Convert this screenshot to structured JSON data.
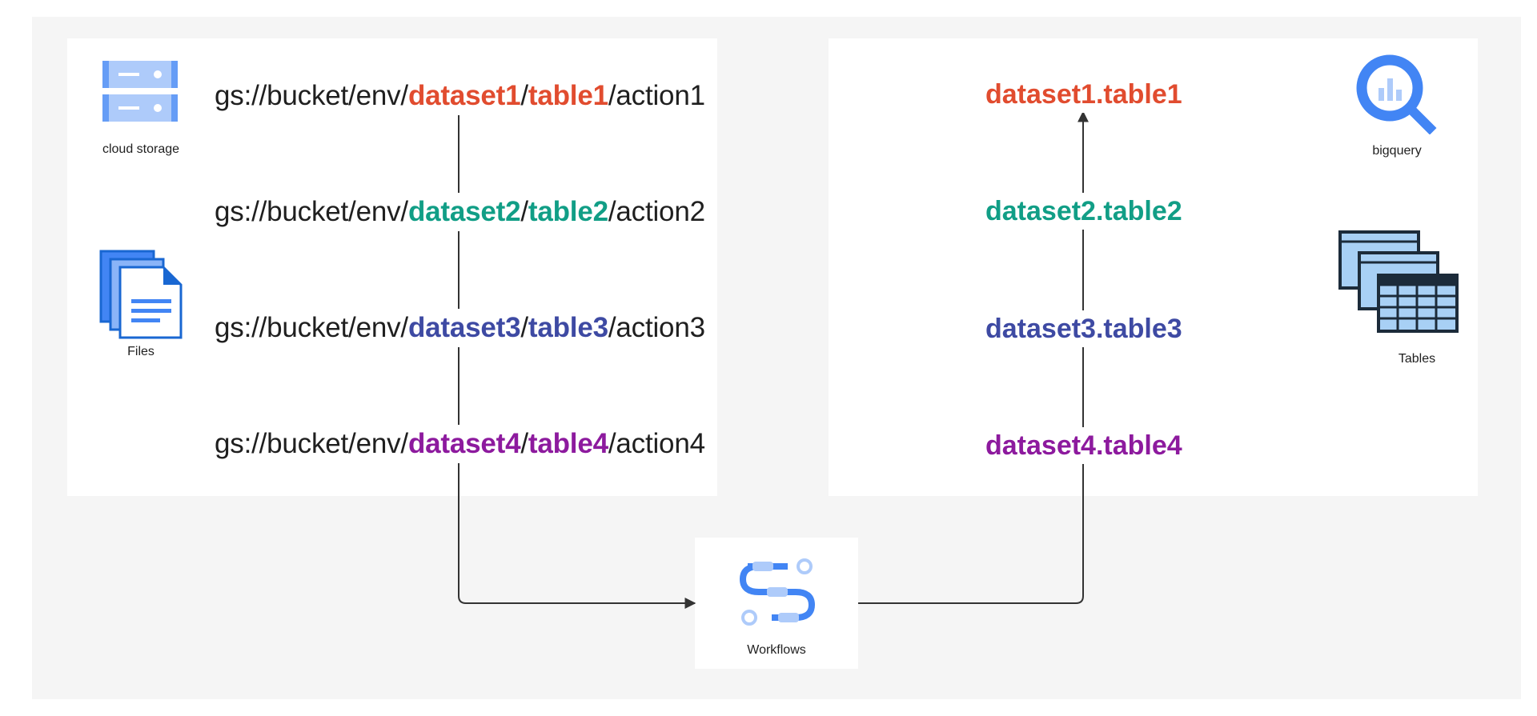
{
  "icons": {
    "storage": {
      "label": "cloud storage",
      "icon": "cloud-storage-icon"
    },
    "files": {
      "label": "Files",
      "icon": "files-icon"
    },
    "bigquery": {
      "label": "bigquery",
      "icon": "bigquery-icon"
    },
    "tables": {
      "label": "Tables",
      "icon": "tables-icon"
    },
    "workflows": {
      "label": "Workflows",
      "icon": "workflows-icon"
    }
  },
  "paths": [
    {
      "prefix": "gs://bucket/env/",
      "dataset": "dataset1",
      "sep": "/",
      "table": "table1",
      "suffix": "/action1"
    },
    {
      "prefix": "gs://bucket/env/",
      "dataset": "dataset2",
      "sep": "/",
      "table": "table2",
      "suffix": "/action2"
    },
    {
      "prefix": "gs://bucket/env/",
      "dataset": "dataset3",
      "sep": "/",
      "table": "table3",
      "suffix": "/action3"
    },
    {
      "prefix": "gs://bucket/env/",
      "dataset": "dataset4",
      "sep": "/",
      "table": "table4",
      "suffix": "/action4"
    }
  ],
  "tables": [
    {
      "name": "dataset1.table1"
    },
    {
      "name": "dataset2.table2"
    },
    {
      "name": "dataset3.table3"
    },
    {
      "name": "dataset4.table4"
    }
  ],
  "colors": {
    "dataset1": "#e14c2f",
    "dataset2": "#119e86",
    "dataset3": "#3e4aa3",
    "dataset4": "#8d1a9e",
    "background": "#f5f5f5",
    "panel": "#ffffff"
  }
}
